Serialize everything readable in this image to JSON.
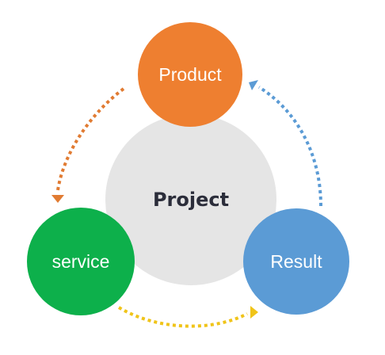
{
  "diagram": {
    "center": {
      "label": "Project",
      "color": "#e5e5e5",
      "text_color": "#2b2d3a"
    },
    "nodes": [
      {
        "id": "product",
        "label": "Product",
        "color": "#ee7f30"
      },
      {
        "id": "service",
        "label": "service",
        "color": "#0db04b"
      },
      {
        "id": "result",
        "label": "Result",
        "color": "#5b9bd5"
      }
    ],
    "cycle": [
      {
        "from": "product",
        "to": "service",
        "style": "dotted",
        "color": "#e17b32"
      },
      {
        "from": "service",
        "to": "result",
        "style": "dotted",
        "color": "#f0c419"
      },
      {
        "from": "result",
        "to": "product",
        "style": "dotted",
        "color": "#5b9bd5"
      }
    ]
  }
}
